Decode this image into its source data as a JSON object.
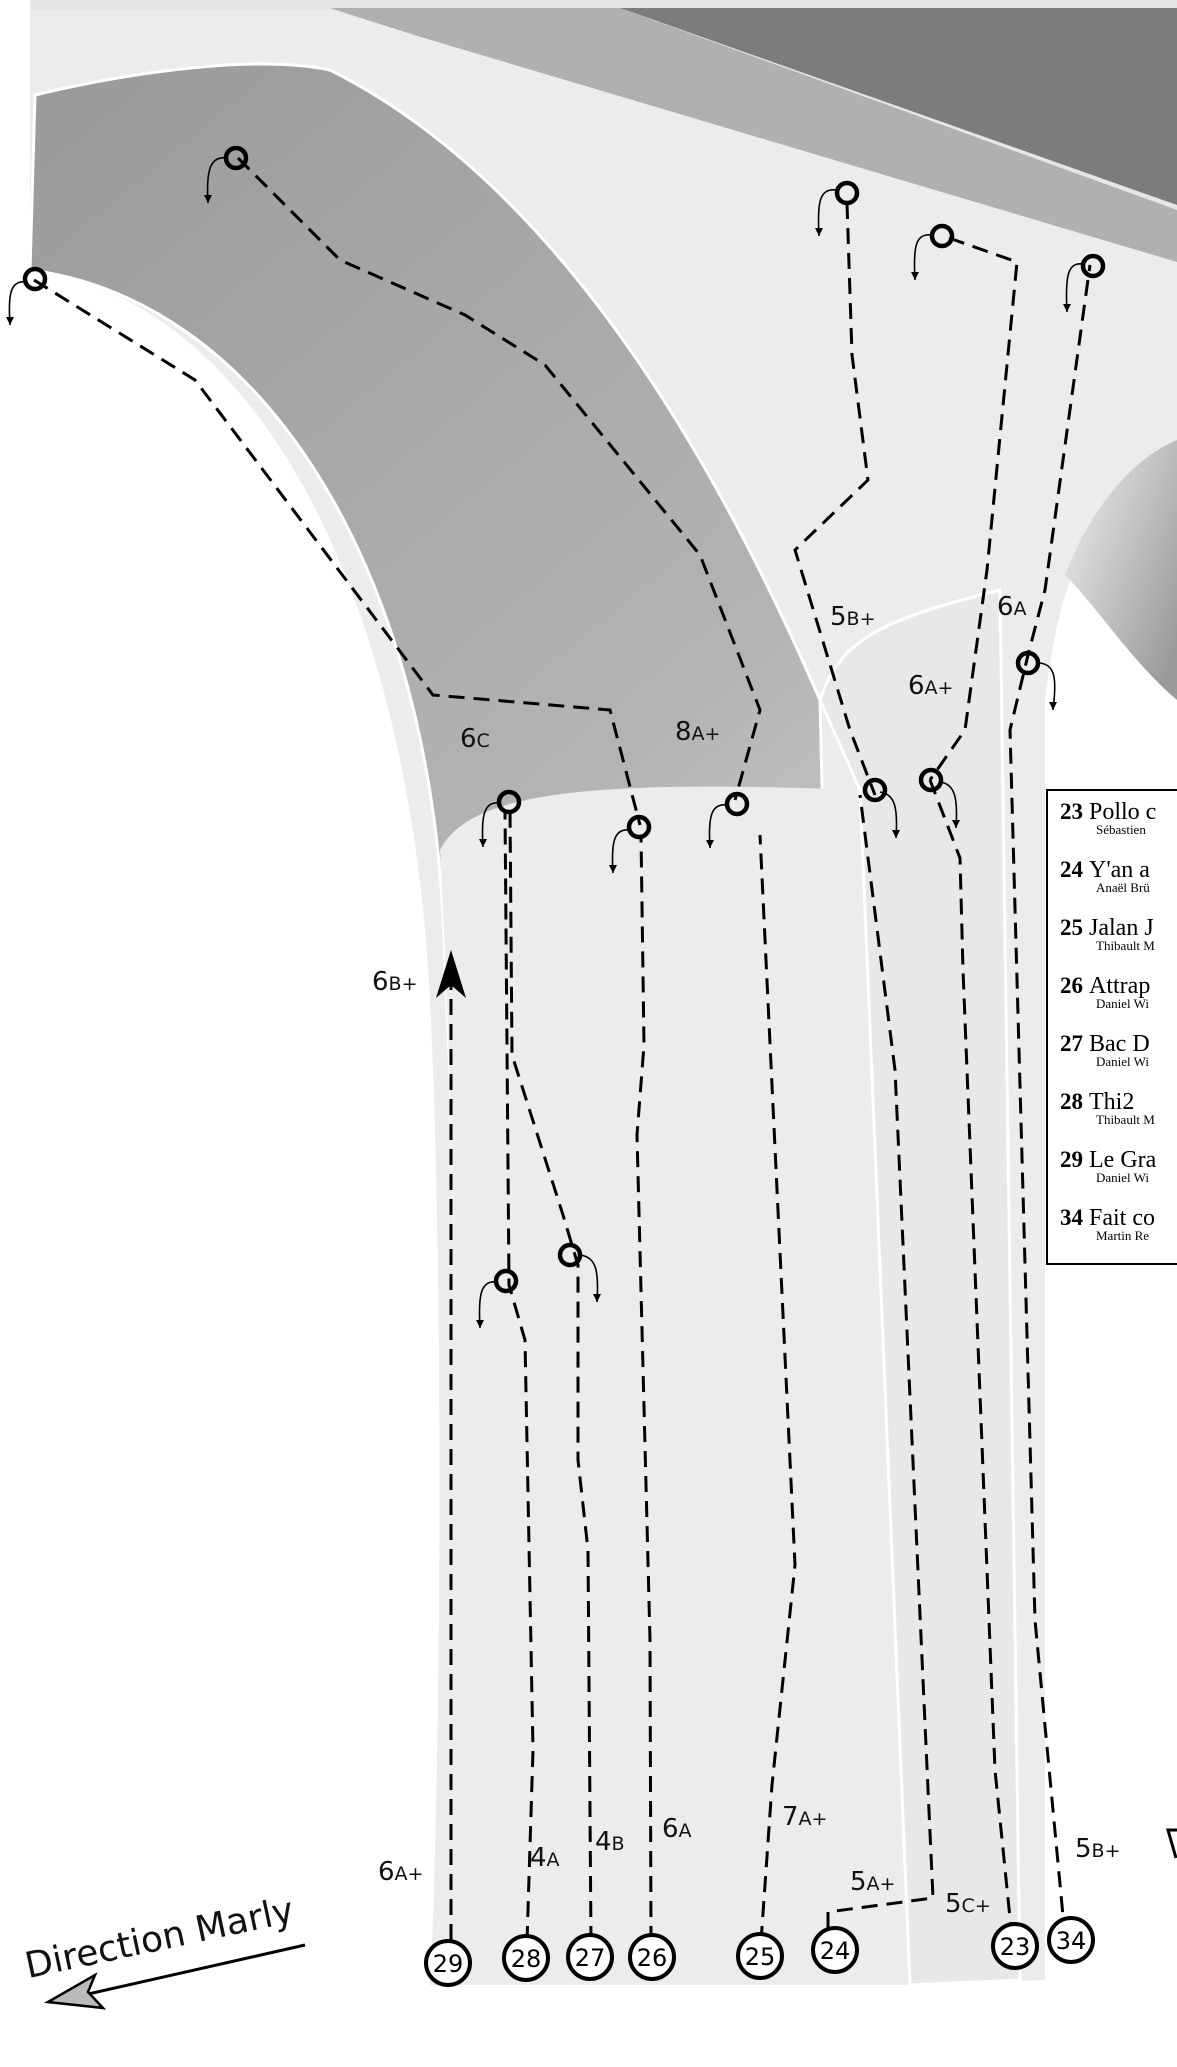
{
  "topo": {
    "title": "",
    "direction_label": "Direction Marly",
    "colors": {
      "dark_rock": "#7a7a7a",
      "mid_rock": "#aaaaaa",
      "light_rock": "#ebebeb",
      "line": "#000000"
    },
    "route_numbers": [
      "29",
      "28",
      "27",
      "26",
      "25",
      "24",
      "23",
      "34"
    ],
    "grades": [
      {
        "main": "6",
        "sub": "B+"
      },
      {
        "main": "6",
        "sub": "C"
      },
      {
        "main": "8",
        "sub": "A+"
      },
      {
        "main": "5",
        "sub": "B+"
      },
      {
        "main": "6",
        "sub": "A+"
      },
      {
        "main": "6",
        "sub": "A"
      },
      {
        "main": "6",
        "sub": "A+"
      },
      {
        "main": "4",
        "sub": "A"
      },
      {
        "main": "4",
        "sub": "B"
      },
      {
        "main": "6",
        "sub": "A"
      },
      {
        "main": "7",
        "sub": "A+"
      },
      {
        "main": "5",
        "sub": "A+"
      },
      {
        "main": "5",
        "sub": "C+"
      },
      {
        "main": "5",
        "sub": "B+"
      }
    ]
  },
  "legend": [
    {
      "num": "23",
      "name": "Pollo c",
      "author": "Sébastien"
    },
    {
      "num": "24",
      "name": "Y'an a",
      "author": "Anaël Brü"
    },
    {
      "num": "25",
      "name": "Jalan J",
      "author": "Thibault M"
    },
    {
      "num": "26",
      "name": "Attrap",
      "author": "Daniel Wi"
    },
    {
      "num": "27",
      "name": "Bac D",
      "author": "Daniel Wi"
    },
    {
      "num": "28",
      "name": "Thi2",
      "author": "Thibault M"
    },
    {
      "num": "29",
      "name": "Le Gra",
      "author": "Daniel Wi"
    },
    {
      "num": "34",
      "name": "Fait co",
      "author": "Martin Re"
    }
  ]
}
